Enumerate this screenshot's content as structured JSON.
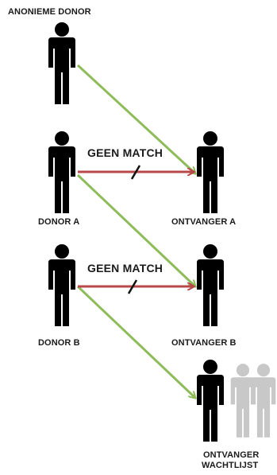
{
  "labels": {
    "anonymous_donor": "ANONIEME DONOR",
    "donor_a": "DONOR A",
    "recipient_a": "ONTVANGER A",
    "donor_b": "DONOR B",
    "recipient_b": "ONTVANGER B",
    "waitlist_line1": "ONTVANGER",
    "waitlist_line2": "WACHTLIJST"
  },
  "match_labels": {
    "pair_a": "GEEN MATCH",
    "pair_b": "GEEN MATCH"
  },
  "colors": {
    "person": "#000000",
    "waitlist_person": "#c8c8c8",
    "match_arrow": "#8fbc5a",
    "no_match_arrow": "#b8484a"
  },
  "icons": {
    "person": "person-icon",
    "waitlist_person": "waitlist-person-icon"
  }
}
